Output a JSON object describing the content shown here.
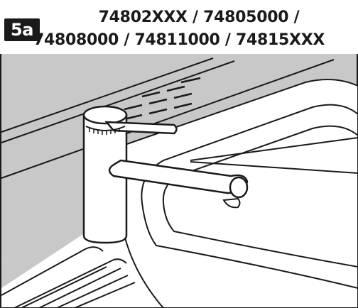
{
  "step": {
    "badge": "5a"
  },
  "header": {
    "title_line_1": "74802XXX / 74805000 /",
    "title_line_2": "74808000 / 74811000 / 74815XXX"
  },
  "colors": {
    "counter_gray": "#c8c8c8",
    "line": "#1a1a1a",
    "badge_bg": "#1a1a1a",
    "background": "#ffffff"
  },
  "icons": {
    "faucet": "faucet-illustration",
    "sink": "sink-illustration"
  }
}
